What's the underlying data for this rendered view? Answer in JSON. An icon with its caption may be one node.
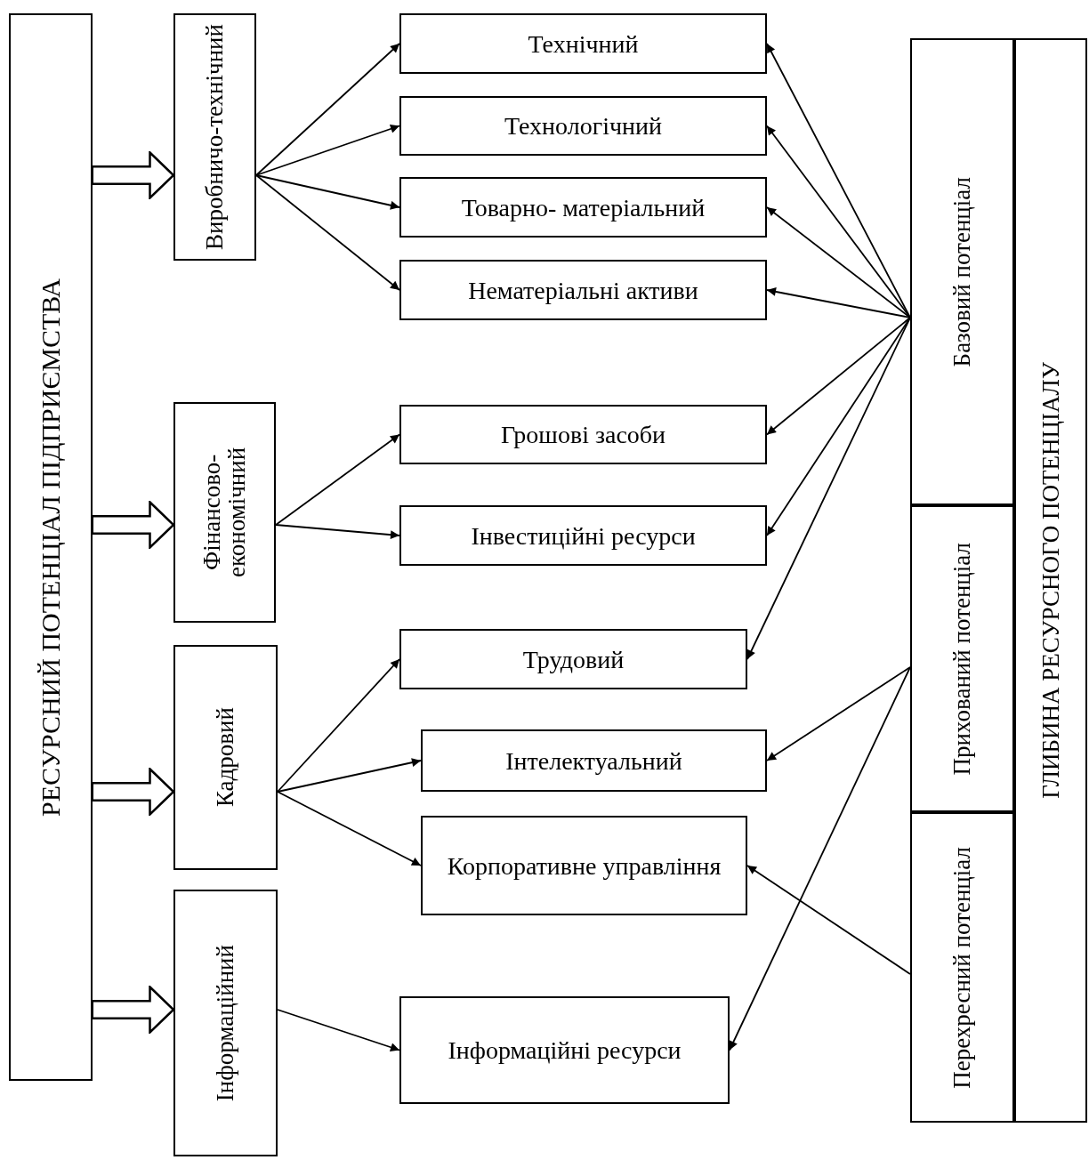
{
  "diagram": {
    "nodes": [
      {
        "text": [
          "РЕСУРСНИЙ ПОТЕНЦІАЛ ПІДПРИЄМСТВА"
        ]
      },
      {
        "text": [
          "Виробничо-технічний"
        ]
      },
      {
        "text": [
          "Фінансово-економічний"
        ]
      },
      {
        "text": [
          "Кадровий"
        ]
      },
      {
        "text": [
          "Інформаційний"
        ]
      },
      {
        "text": [
          "Технічний"
        ]
      },
      {
        "text": [
          "Технологічний"
        ]
      },
      {
        "text": [
          "Товарно- матеріальний"
        ]
      },
      {
        "text": [
          "Нематеріальні активи"
        ]
      },
      {
        "text": [
          "Грошові засоби"
        ]
      },
      {
        "text": [
          "Інвестиційні ресурси"
        ]
      },
      {
        "text": [
          "Трудовий"
        ]
      },
      {
        "text": [
          "Інтелектуальний"
        ]
      },
      {
        "text": [
          "Корпоративне управління"
        ]
      },
      {
        "text": [
          "Інформаційні ресурси"
        ]
      },
      {
        "text": [
          "Базовий потенціал"
        ]
      },
      {
        "text": [
          "Прихований потенціал"
        ]
      },
      {
        "text": [
          "Перехресний потенціал"
        ]
      },
      {
        "text": [
          "ГЛИБИНА РЕСУРСНОГО ПОТЕНЦІАЛУ"
        ]
      }
    ],
    "edges": [
      {
        "from": 0,
        "to": 1,
        "arrow": "to",
        "style": "thick"
      },
      {
        "from": 0,
        "to": 2,
        "arrow": "to",
        "style": "thick"
      },
      {
        "from": 0,
        "to": 3,
        "arrow": "to",
        "style": "thick"
      },
      {
        "from": 0,
        "to": 4,
        "arrow": "to",
        "style": "thick"
      },
      {
        "from": 1,
        "to": 5,
        "arrow": "to"
      },
      {
        "from": 1,
        "to": 6,
        "arrow": "to"
      },
      {
        "from": 1,
        "to": 7,
        "arrow": "to"
      },
      {
        "from": 1,
        "to": 8,
        "arrow": "to"
      },
      {
        "from": 2,
        "to": 9,
        "arrow": "to"
      },
      {
        "from": 2,
        "to": 10,
        "arrow": "to"
      },
      {
        "from": 3,
        "to": 11,
        "arrow": "to"
      },
      {
        "from": 3,
        "to": 12,
        "arrow": "to"
      },
      {
        "from": 3,
        "to": 13,
        "arrow": "to"
      },
      {
        "from": 4,
        "to": 14,
        "arrow": "to"
      },
      {
        "from": 15,
        "to": 5,
        "arrow": "to"
      },
      {
        "from": 15,
        "to": 6,
        "arrow": "to"
      },
      {
        "from": 15,
        "to": 7,
        "arrow": "to"
      },
      {
        "from": 15,
        "to": 8,
        "arrow": "to"
      },
      {
        "from": 15,
        "to": 9,
        "arrow": "to"
      },
      {
        "from": 15,
        "to": 10,
        "arrow": "to"
      },
      {
        "from": 15,
        "to": 11,
        "arrow": "to"
      },
      {
        "from": 16,
        "to": 12,
        "arrow": "to"
      },
      {
        "from": 16,
        "to": 14,
        "arrow": "to"
      },
      {
        "from": 17,
        "to": 13,
        "arrow": "to"
      }
    ]
  }
}
